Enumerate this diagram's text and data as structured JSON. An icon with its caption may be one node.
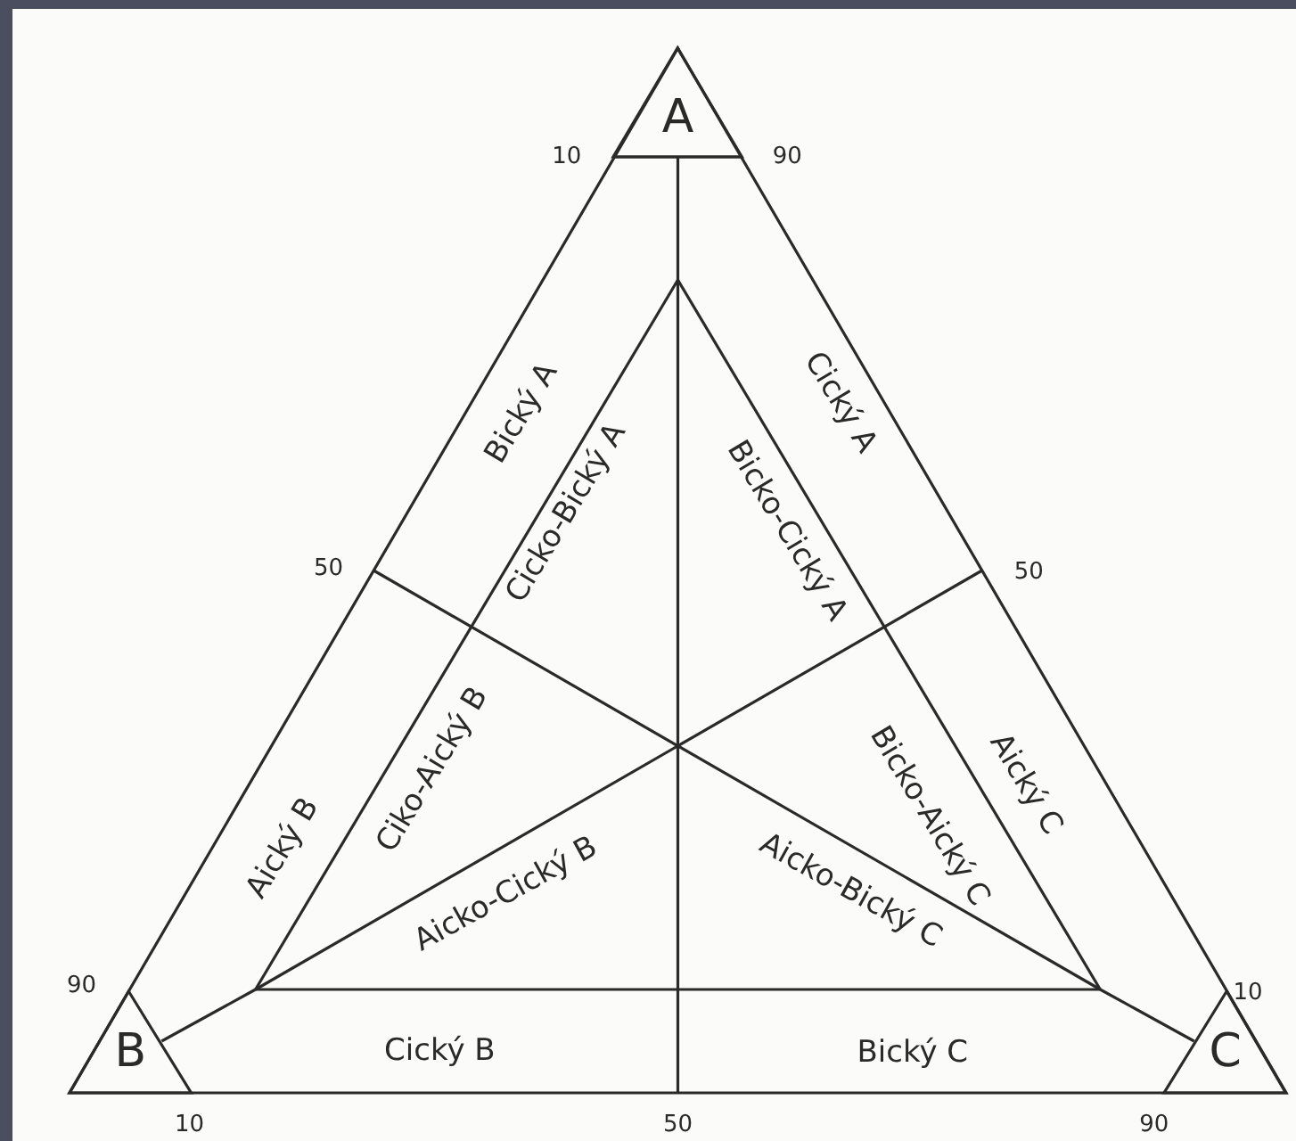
{
  "diagram": {
    "nodes": [
      {
        "text": [
          "A"
        ]
      },
      {
        "text": [
          "B"
        ]
      },
      {
        "text": [
          "C"
        ]
      }
    ],
    "labels": [
      "10",
      "90",
      "Bický A",
      "Cický A",
      "Cicko-Bický A",
      "Bicko-Cický A",
      "50",
      "50",
      "Aický B",
      "Ciko-Aický B",
      "Aický C",
      "Bicko-Aický C",
      "Aicko-Cický B",
      "Aicko-Bický C",
      "90",
      "10",
      "Cický B",
      "Bický C",
      "10",
      "50",
      "90"
    ]
  }
}
